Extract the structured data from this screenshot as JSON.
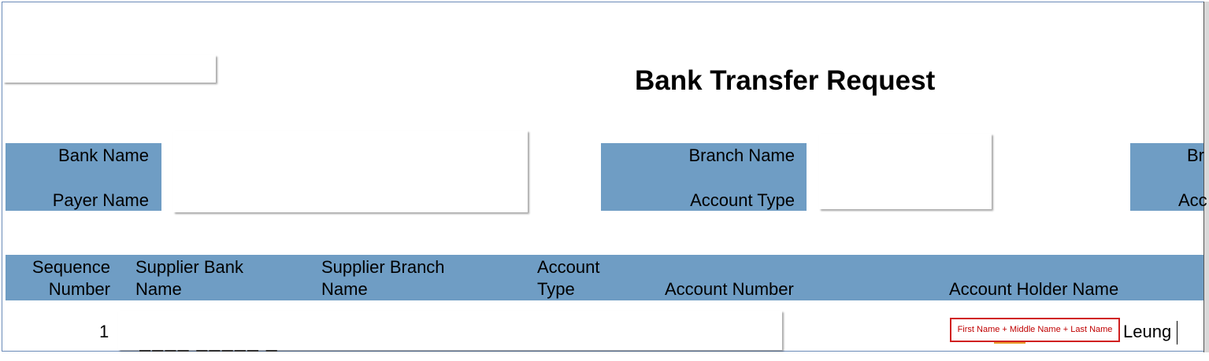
{
  "form": {
    "title": "Bank Transfer Request"
  },
  "header_fields": {
    "bank_name_label": "Bank Name",
    "payer_name_label": "Payer Name",
    "branch_name_label": "Branch Name",
    "account_type_label": "Account Type",
    "right_top_label_partial": "Br",
    "right_bottom_label_partial": "Acc"
  },
  "table": {
    "columns": [
      {
        "line1": "Sequence",
        "line2": "Number"
      },
      {
        "line1": "Supplier Bank",
        "line2": "Name"
      },
      {
        "line1": "Supplier Branch",
        "line2": "Name"
      },
      {
        "line1": "Account",
        "line2": "Type"
      },
      {
        "line1": "",
        "line2": "Account Number"
      },
      {
        "line1": "",
        "line2": "Account Holder Name"
      }
    ],
    "rows": [
      {
        "sequence": "1",
        "account_holder_name_visible": "Leung"
      }
    ]
  },
  "tooltip": {
    "text": "First Name + Middle Name + Last Name"
  },
  "colors": {
    "band": "#6f9dc4",
    "tooltip_border": "#d02020",
    "tooltip_text": "#c00000"
  }
}
